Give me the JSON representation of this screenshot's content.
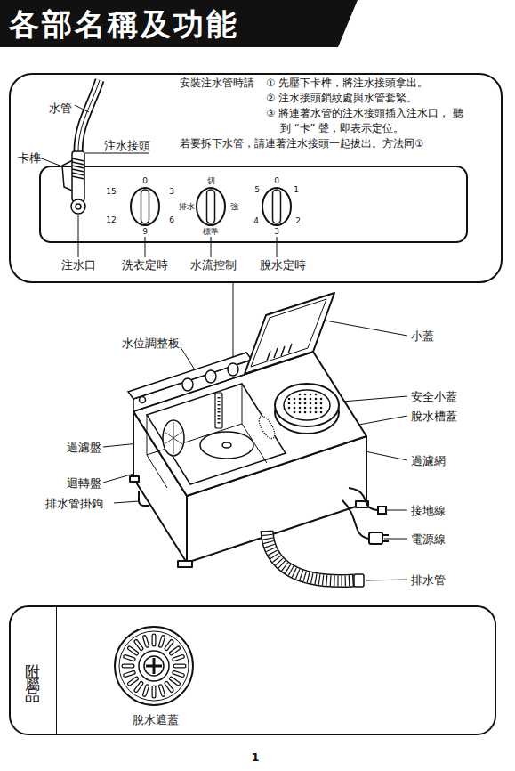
{
  "diagram": {
    "title": "各部名稱及功能",
    "nodes": [
      {
        "text": [
          "安裝注水管時請",
          "① 先壓下卡榫，將注水接頭拿出。",
          "② 注水接頭鎖紋處與水管套緊。",
          "③ 將連著水管的注水接頭插入注水口， 聽到 “卡” 聲，即表示定位。",
          "若要拆下水管，請連著注水接頭一起拔出。方法同①"
        ]
      },
      {
        "text": [
          "脫水遮蓋"
        ]
      },
      {
        "text": [
          "附屬品"
        ],
        "in": 1
      }
    ],
    "labels": [
      "水管",
      "注水接頭",
      "卡榫",
      "15",
      "0",
      "3",
      "6",
      "9",
      "12",
      "切",
      "排水",
      "強",
      "標準",
      "0",
      "1",
      "2",
      "3",
      "4",
      "5",
      "注水口",
      "洗衣定時",
      "水流控制",
      "脫水定時",
      "水位調整板",
      "小蓋",
      "安全小蓋",
      "脫水槽蓋",
      "過濾盤",
      "過濾網",
      "迴轉盤",
      "排水管掛鉤",
      "接地線",
      "電源線",
      "排水管",
      "1"
    ]
  }
}
